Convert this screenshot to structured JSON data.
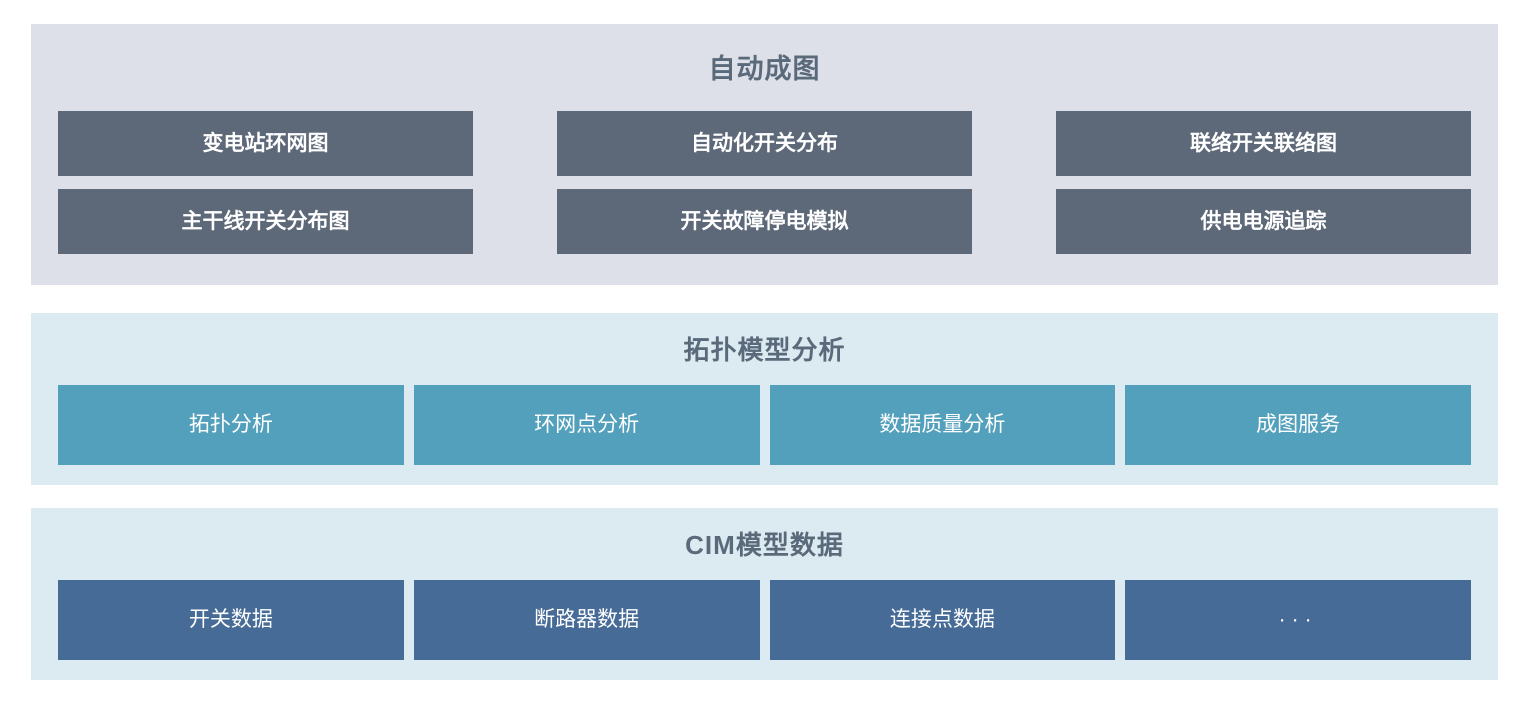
{
  "sections": [
    {
      "id": "automap",
      "title": "自动成图",
      "panel_color": "#dde0e9",
      "tile_color": "#5d6878",
      "title_color": "#5a6a7a",
      "rows": [
        [
          {
            "label": "变电站环网图"
          },
          {
            "label": "自动化开关分布"
          },
          {
            "label": "联络开关联络图"
          }
        ],
        [
          {
            "label": "主干线开关分布图"
          },
          {
            "label": "开关故障停电模拟"
          },
          {
            "label": "供电电源追踪"
          }
        ]
      ]
    },
    {
      "id": "topology",
      "title": "拓扑模型分析",
      "panel_color": "#dceaf1",
      "tile_color": "#53a0bc",
      "title_color": "#5a6a7a",
      "rows": [
        [
          {
            "label": "拓扑分析"
          },
          {
            "label": "环网点分析"
          },
          {
            "label": "数据质量分析"
          },
          {
            "label": "成图服务"
          }
        ]
      ]
    },
    {
      "id": "cim",
      "title": "CIM模型数据",
      "panel_color": "#dceaf1",
      "tile_color": "#456b96",
      "title_color": "#5a6a7a",
      "rows": [
        [
          {
            "label": "开关数据"
          },
          {
            "label": "断路器数据"
          },
          {
            "label": "连接点数据"
          },
          {
            "label": "···"
          }
        ]
      ]
    }
  ]
}
